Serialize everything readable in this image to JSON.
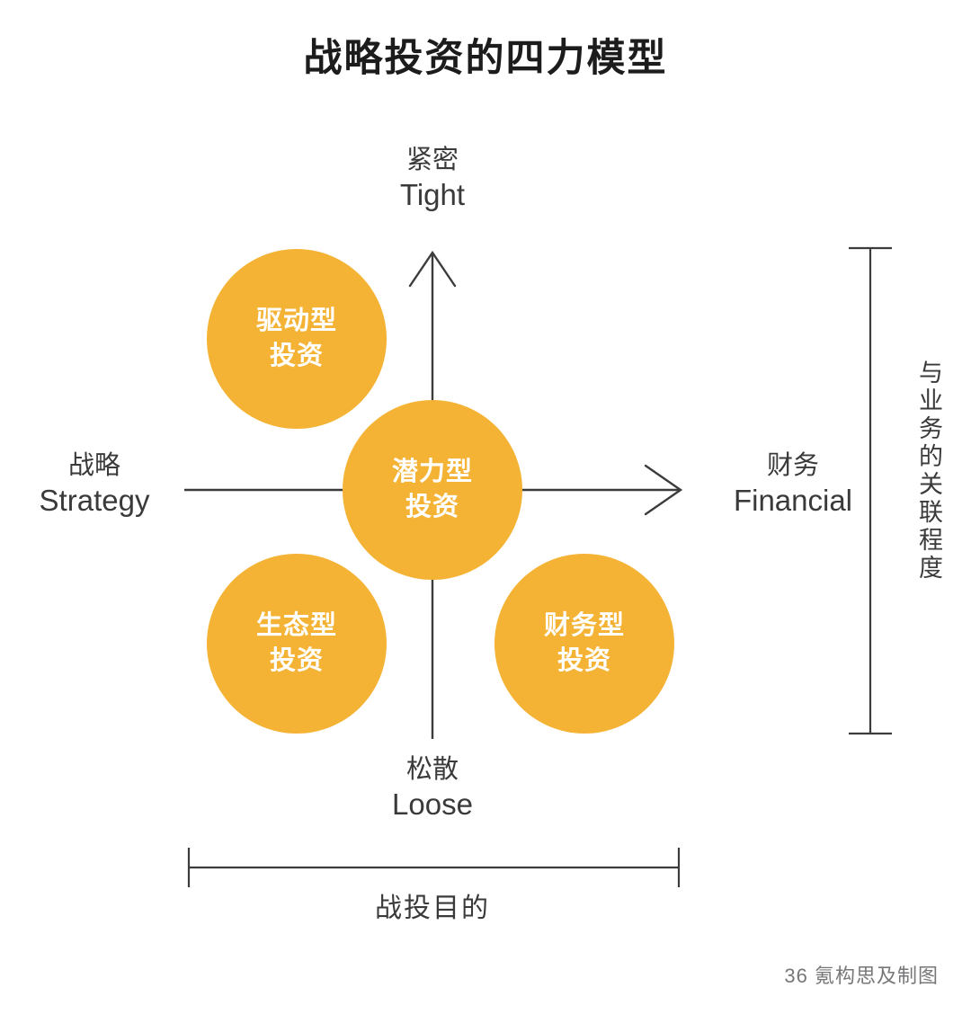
{
  "title": "战略投资的四力模型",
  "chart_data": {
    "type": "scatter",
    "title": "战略投资的四力模型",
    "xlabel": "战投目的",
    "ylabel": "与业务的关联程度",
    "grid": false,
    "legend": "none",
    "axes": {
      "x": {
        "left_cn": "战略",
        "left_en": "Strategy",
        "right_cn": "财务",
        "right_en": "Financial"
      },
      "y": {
        "top_cn": "紧密",
        "top_en": "Tight",
        "bottom_cn": "松散",
        "bottom_en": "Loose"
      }
    },
    "points": [
      {
        "label_line1": "驱动型",
        "label_line2": "投资",
        "quadrant": "top-left",
        "x": -0.55,
        "y": 0.6
      },
      {
        "label_line1": "潜力型",
        "label_line2": "投资",
        "quadrant": "center",
        "x": 0.0,
        "y": 0.0
      },
      {
        "label_line1": "生态型",
        "label_line2": "投资",
        "quadrant": "bottom-left",
        "x": -0.55,
        "y": -0.6
      },
      {
        "label_line1": "财务型",
        "label_line2": "投资",
        "quadrant": "bottom-right",
        "x": 0.6,
        "y": -0.6
      }
    ]
  },
  "bubbles": {
    "driver": {
      "line1": "驱动型",
      "line2": "投资"
    },
    "potential": {
      "line1": "潜力型",
      "line2": "投资"
    },
    "eco": {
      "line1": "生态型",
      "line2": "投资"
    },
    "financial": {
      "line1": "财务型",
      "line2": "投资"
    }
  },
  "labels": {
    "top": {
      "cn": "紧密",
      "en": "Tight"
    },
    "bottom": {
      "cn": "松散",
      "en": "Loose"
    },
    "left": {
      "cn": "战略",
      "en": "Strategy"
    },
    "right": {
      "cn": "财务",
      "en": "Financial"
    }
  },
  "brackets": {
    "vertical_label": "与业务的关联程度",
    "bottom_label": "战投目的"
  },
  "credit": "36 氪构思及制图",
  "colors": {
    "bubble": "#f5b335",
    "bubble_text": "#ffffff",
    "axis": "#3c3c3c",
    "text": "#3a3a3a",
    "title": "#1c1c1c",
    "credit": "#77777a",
    "background": "#ffffff"
  }
}
